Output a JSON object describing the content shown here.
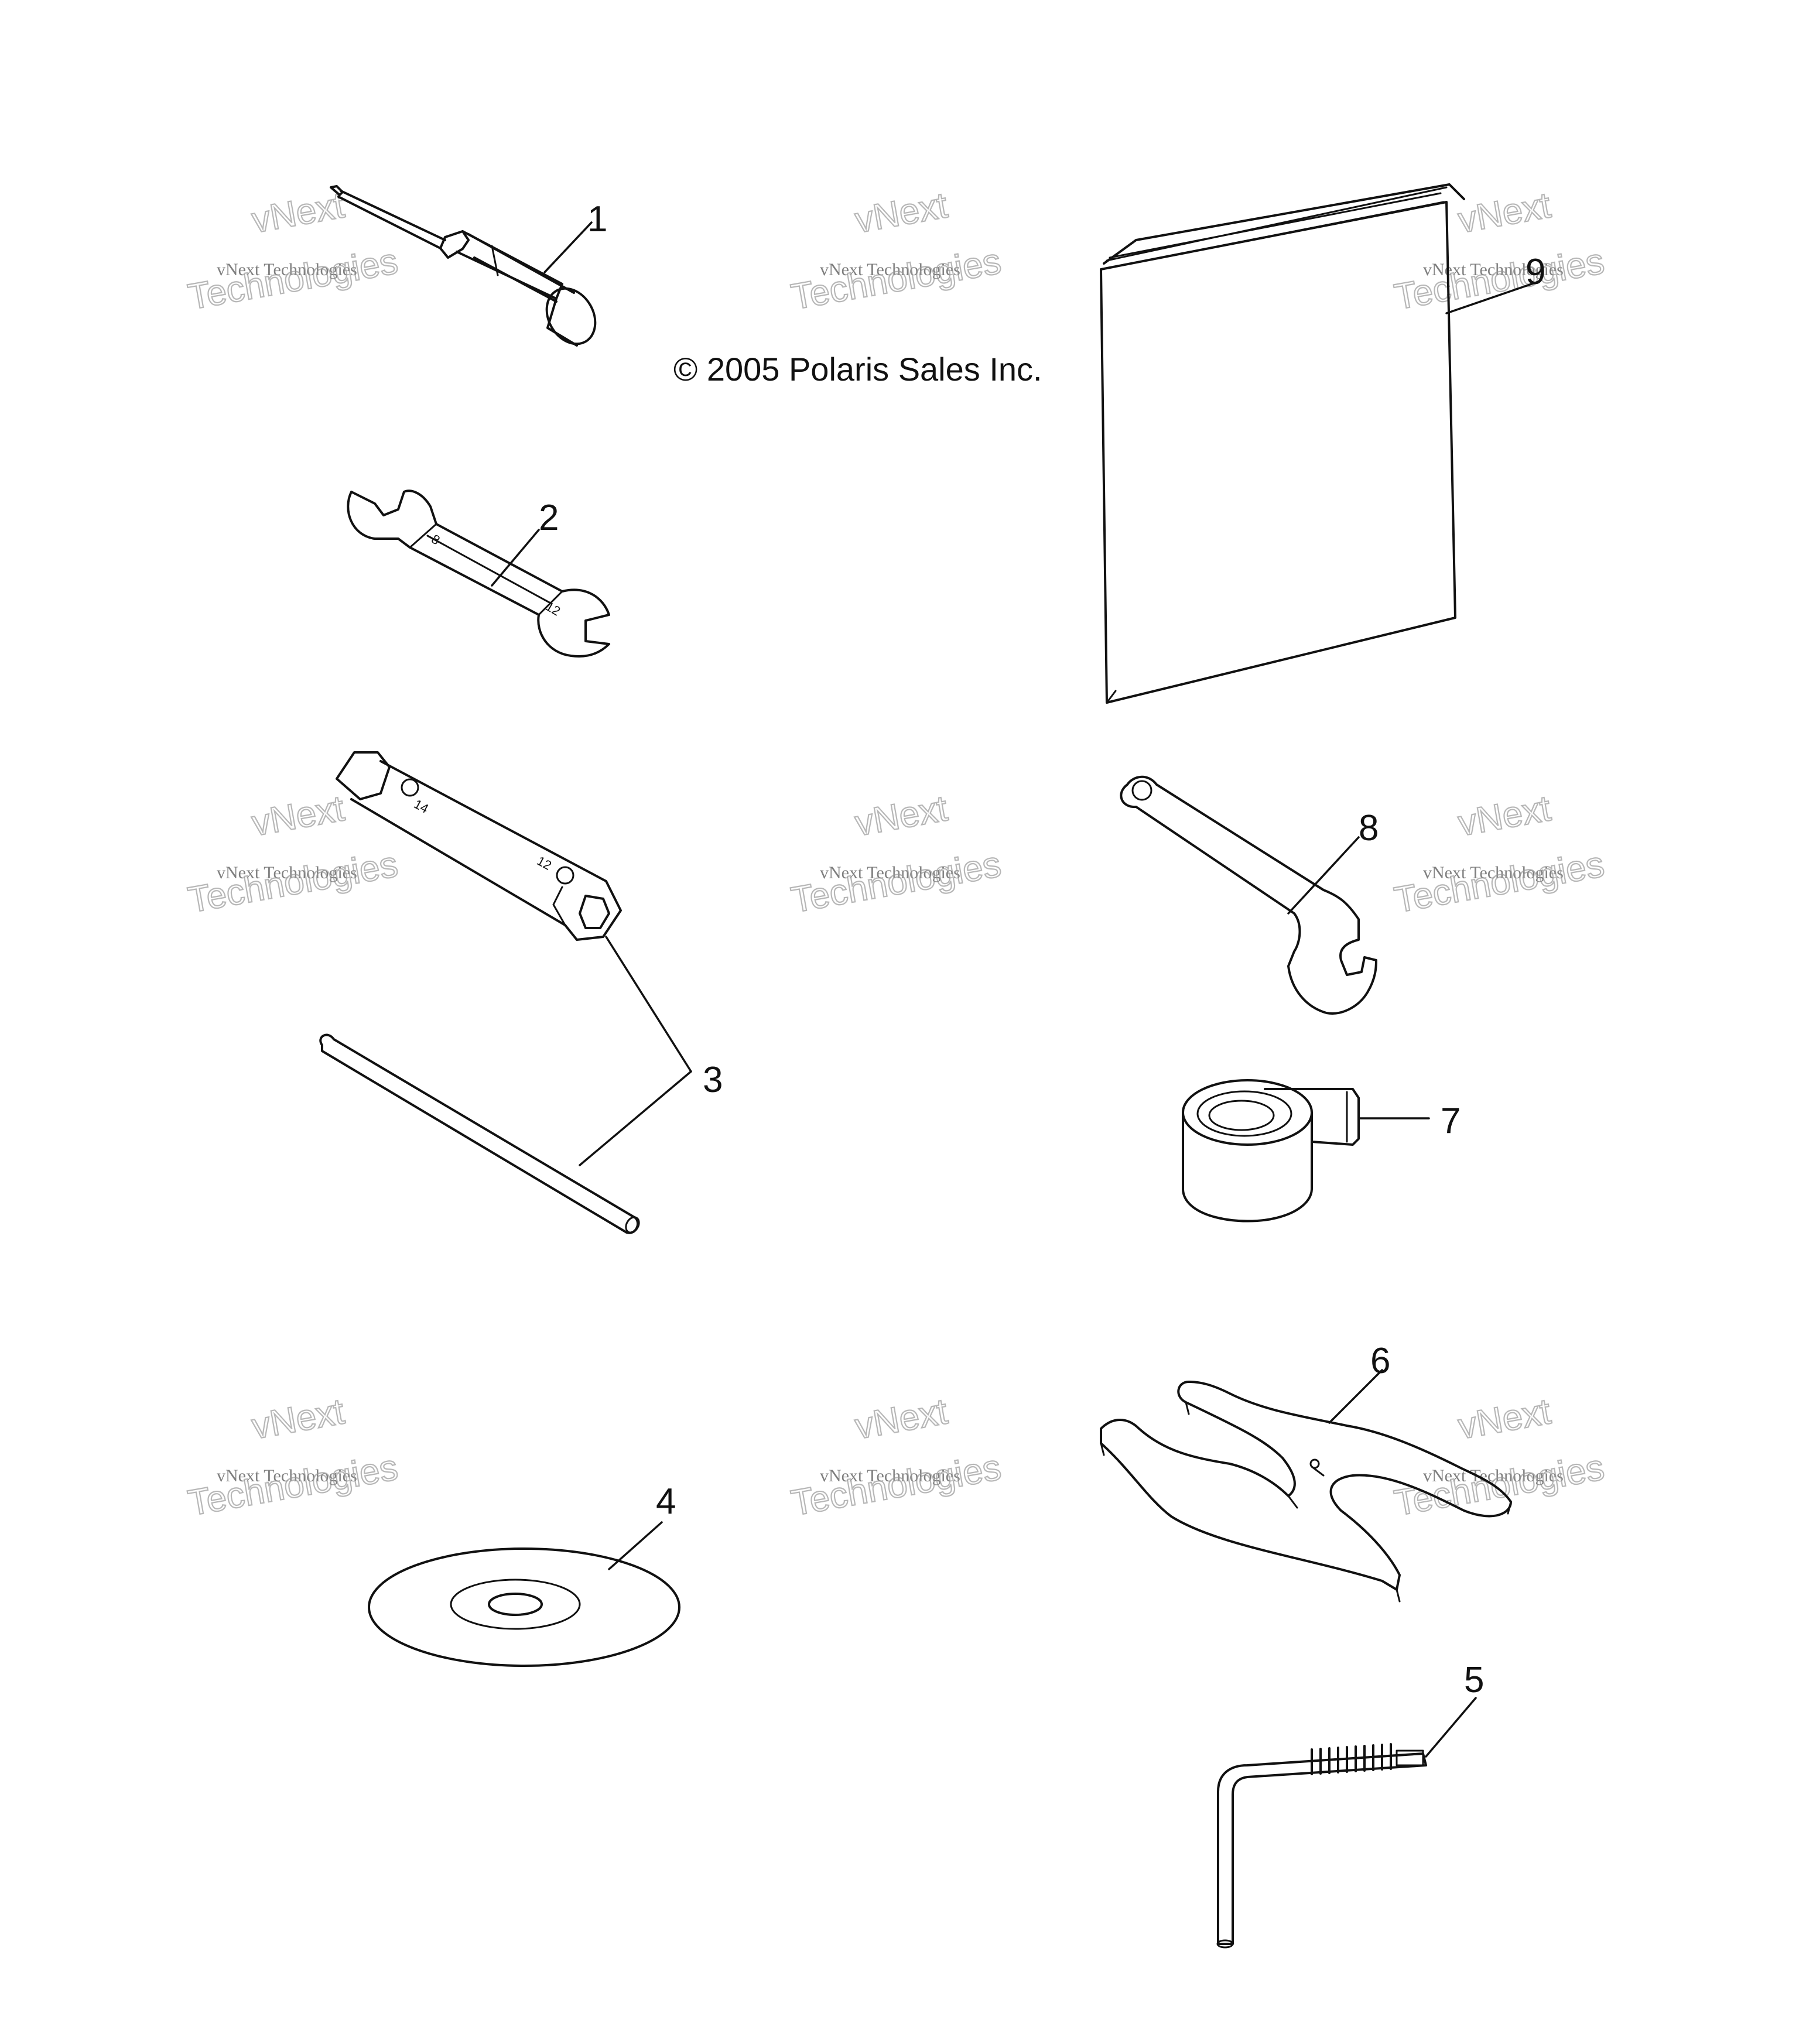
{
  "copyright": "© 2005 Polaris Sales Inc.",
  "watermark": {
    "line1": "vNext",
    "line2": "vNext Technologies",
    "line3": "Technologies"
  },
  "callouts": [
    "1",
    "2",
    "3",
    "4",
    "5",
    "6",
    "7",
    "8",
    "9"
  ]
}
